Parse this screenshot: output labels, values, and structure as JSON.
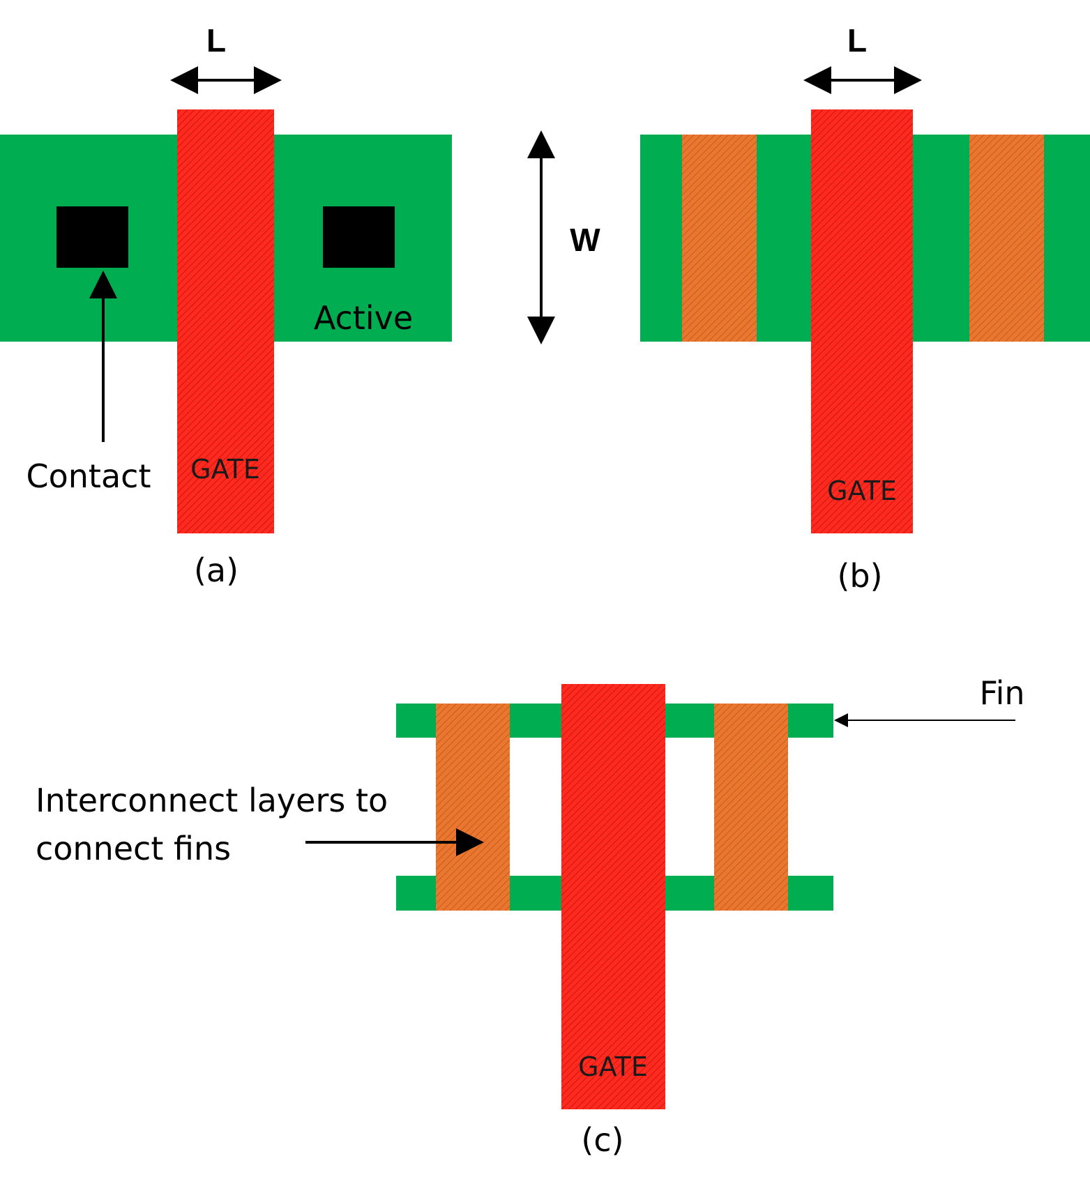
{
  "colors": {
    "active": "#00ad50",
    "gate": "#ff2a1f",
    "gate_hatch": "#c41a12",
    "interconnect": "#e8742f",
    "interconnect_hatch": "#c9581a",
    "contact": "#000000",
    "text": "#000000"
  },
  "panel_a": {
    "caption": "(a)",
    "length_label": "L",
    "gate_label": "GATE",
    "active_label": "Active",
    "contact_label": "Contact"
  },
  "width_label": "W",
  "panel_b": {
    "caption": "(b)",
    "length_label": "L",
    "gate_label": "GATE"
  },
  "panel_c": {
    "caption": "(c)",
    "gate_label": "GATE",
    "fin_label": "Fin",
    "interconnect_label_line1": "Interconnect layers to",
    "interconnect_label_line2": "connect fins"
  }
}
